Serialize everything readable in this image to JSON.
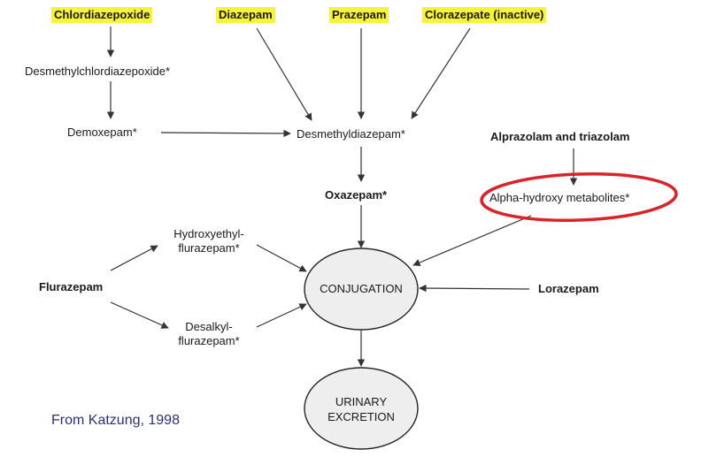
{
  "nodes": {
    "chlordiazepoxide": "Chlordiazepoxide",
    "diazepam": "Diazepam",
    "prazepam": "Prazepam",
    "clorazepate": "Clorazepate (inactive)",
    "desmethylchlordiazepoxide": "Desmethylchlordiazepoxide*",
    "demoxepam": "Demoxepam*",
    "desmethyldiazepam": "Desmethyldiazepam*",
    "alprazolam_triazolam": "Alprazolam and triazolam",
    "oxazepam": "Oxazepam*",
    "alpha_hydroxy": "Alpha-hydroxy metabolites*",
    "hydroxyethyl_line1": "Hydroxyethyl-",
    "hydroxyethyl_line2": "flurazepam*",
    "flurazepam": "Flurazepam",
    "conjugation": "CONJUGATION",
    "lorazepam": "Lorazepam",
    "desalkyl_line1": "Desalkyl-",
    "desalkyl_line2": "flurazepam*",
    "urinary_line1": "URINARY",
    "urinary_line2": "EXCRETION"
  },
  "credit": "From Katzung, 1998",
  "colors": {
    "highlight": "#f7f23a",
    "annotation_circle": "#d8232a",
    "credit_text": "#2b2f7a",
    "arrow": "#333333",
    "ellipse_fill": "#eeeeee"
  }
}
